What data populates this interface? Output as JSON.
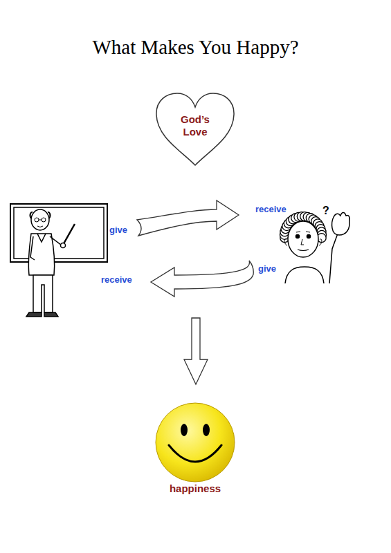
{
  "diagram": {
    "title": "What Makes You Happy?",
    "nodes": [
      {
        "text": [
          "God’s Love"
        ]
      },
      {
        "text": [
          "happiness"
        ]
      }
    ],
    "labels": [
      "give",
      "receive",
      "receive",
      "give",
      "?"
    ]
  }
}
